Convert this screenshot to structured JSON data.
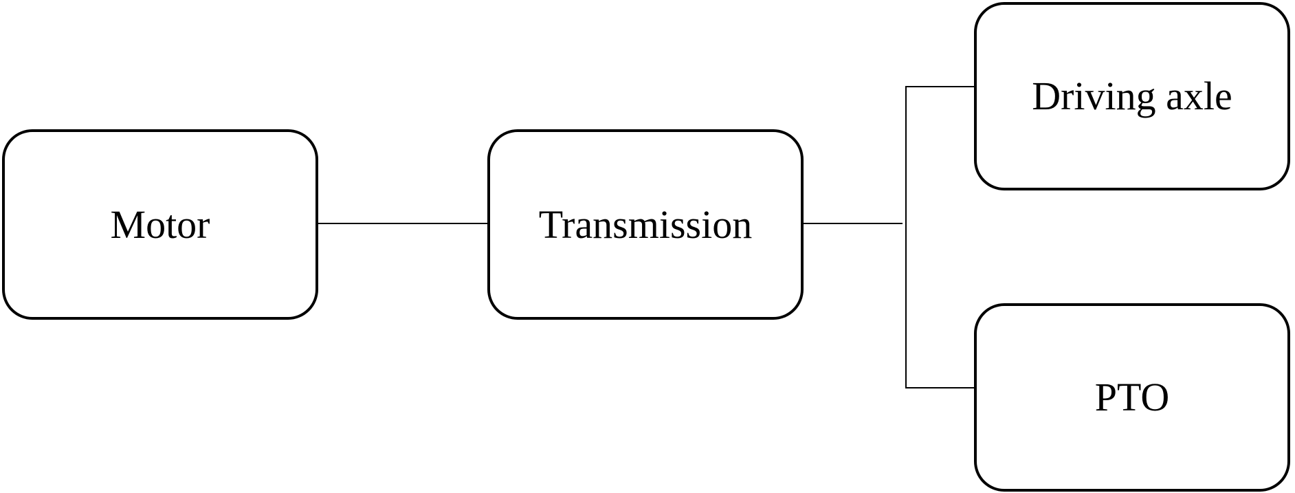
{
  "diagram": {
    "nodes": {
      "motor": "Motor",
      "transmission": "Transmission",
      "driving_axle": "Driving axle",
      "pto": "PTO"
    },
    "connections": [
      {
        "from": "Motor",
        "to": "Transmission"
      },
      {
        "from": "Transmission",
        "to": "Driving axle"
      },
      {
        "from": "Transmission",
        "to": "PTO"
      }
    ],
    "colors": {
      "stroke": "#000000",
      "fill": "#ffffff",
      "text": "#000000"
    }
  }
}
